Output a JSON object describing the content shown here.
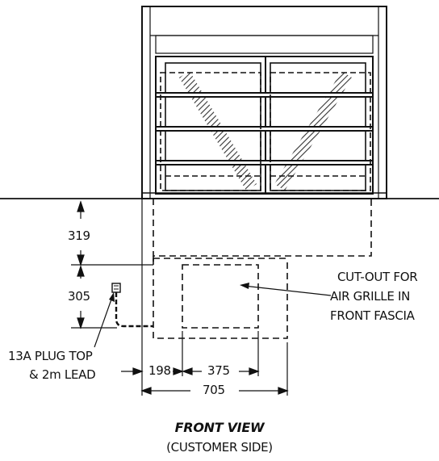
{
  "diagram": {
    "dimensions": {
      "vertical_upper": "319",
      "vertical_lower": "305",
      "horizontal_left": "198",
      "horizontal_mid": "375",
      "horizontal_total": "705"
    },
    "callouts": {
      "cutout": [
        "CUT-OUT FOR",
        "AIR GRILLE IN",
        "FRONT FASCIA"
      ],
      "plug": [
        "13A PLUG TOP",
        "& 2m LEAD"
      ]
    },
    "title": "FRONT VIEW",
    "subtitle": "(CUSTOMER SIDE)"
  }
}
